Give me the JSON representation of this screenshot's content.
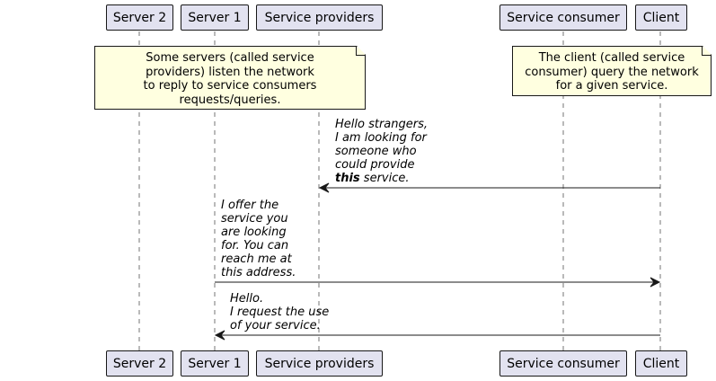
{
  "participants": {
    "server2": "Server 2",
    "server1": "Server 1",
    "providers": "Service providers",
    "consumer": "Service consumer",
    "client": "Client"
  },
  "notes": {
    "providers_note": [
      "Some servers (called service",
      "providers) listen the network",
      "to reply to service consumers",
      "requests/queries."
    ],
    "consumer_note": [
      "The client (called service",
      "consumer) query the network",
      "for a given service."
    ]
  },
  "messages": {
    "m1": {
      "lines": [
        "Hello strangers,",
        "I am looking for",
        "someone who",
        "could provide"
      ],
      "last_bold": "this",
      "last_rest": " service."
    },
    "m2": {
      "lines": [
        "I offer the",
        "service you",
        "are looking",
        "for. You can",
        "reach me at",
        "this address."
      ]
    },
    "m3": {
      "lines": [
        "Hello.",
        "I request the use",
        "of your service."
      ]
    }
  },
  "colors": {
    "participant_fill": "#e2e2f0",
    "note_fill": "#ffffe0",
    "border": "#181818"
  }
}
